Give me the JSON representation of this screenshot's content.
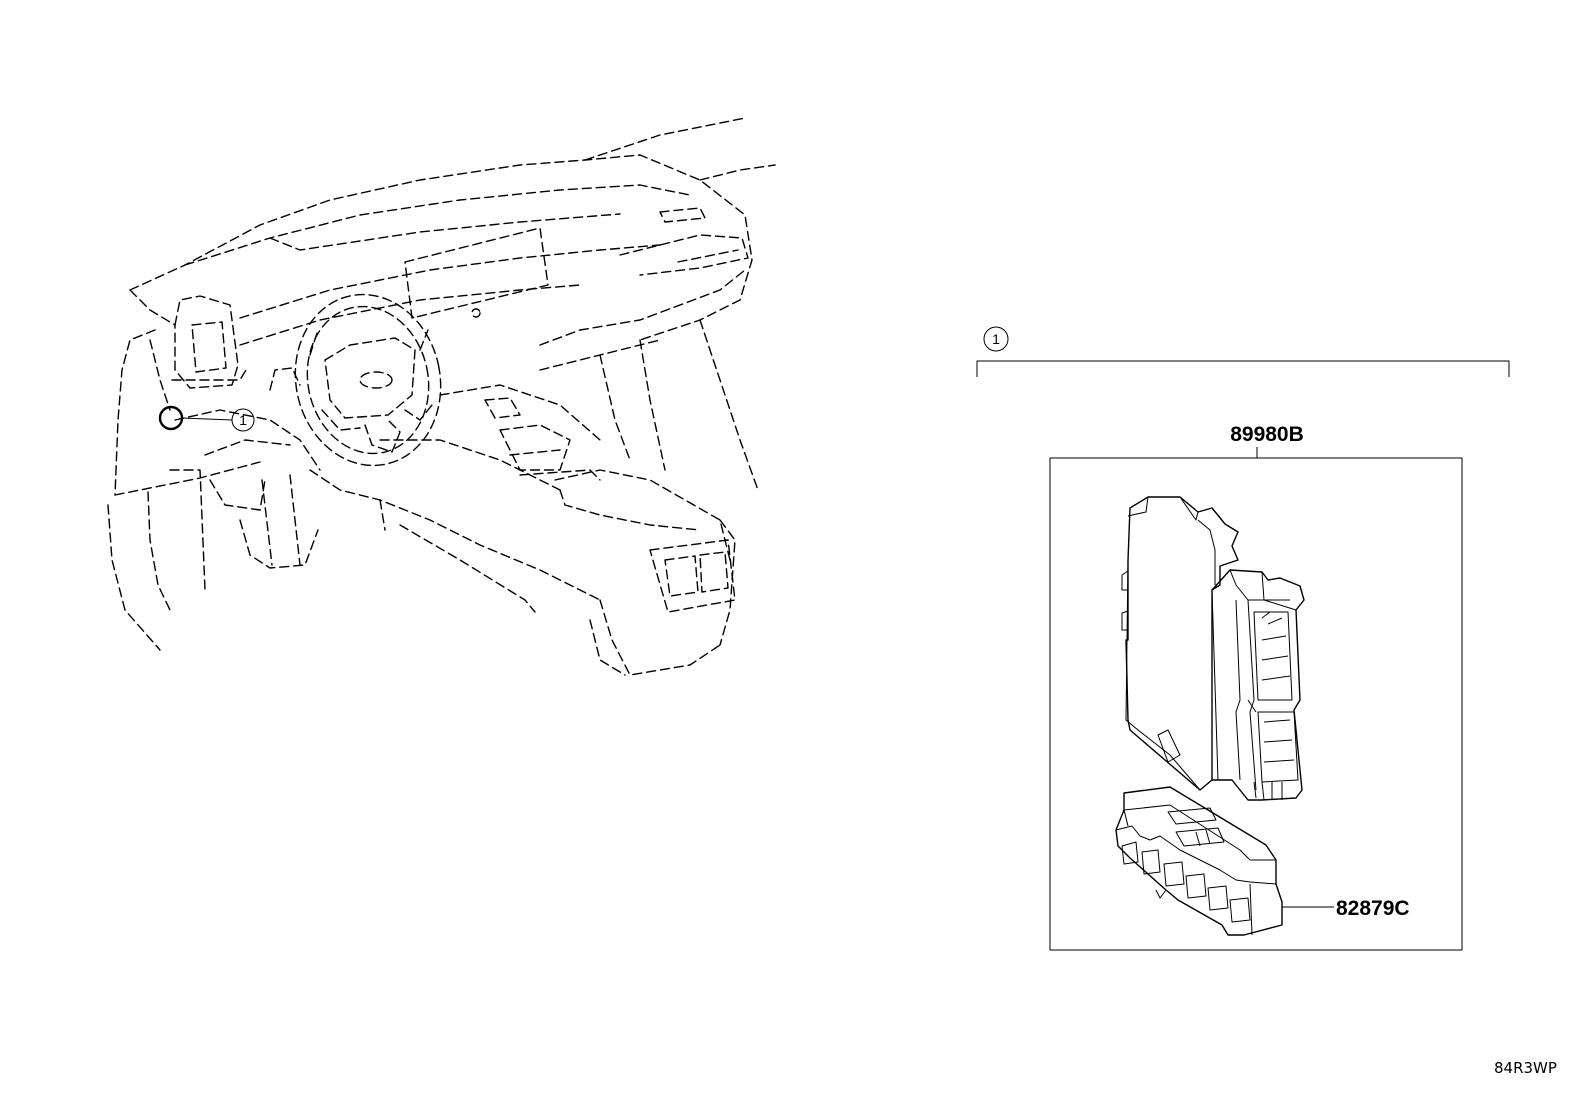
{
  "callouts": {
    "ref_number": "1"
  },
  "parts": {
    "ecu_part_number": "89980B",
    "connector_part_number": "82879C"
  },
  "figure_code": "84R3WP"
}
